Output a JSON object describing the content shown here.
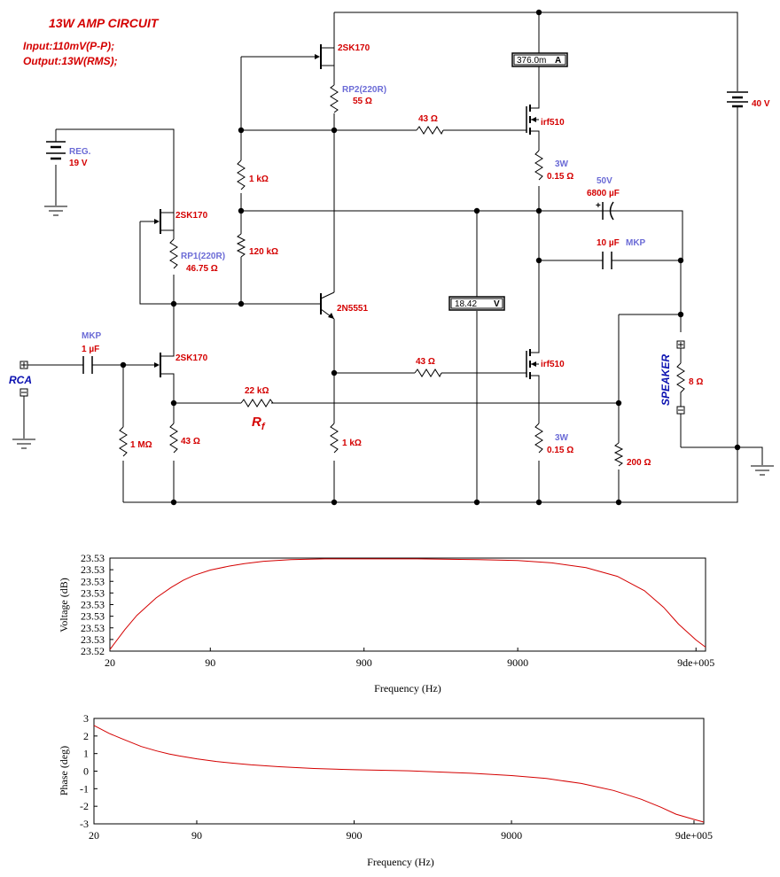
{
  "title": "13W  AMP CIRCUIT",
  "input_note": "Input:110mV(P-P);",
  "output_note": "Output:13W(RMS);",
  "components": {
    "reg_name": "REG.",
    "reg_value": "19 V",
    "supply_value": "40 V",
    "jfet_top": "2SK170",
    "jfet_mid": "2SK170",
    "jfet_in": "2SK170",
    "rp2_name": "RP2(220R)",
    "rp2_value": "55 Ω",
    "rp1_name": "RP1(220R)",
    "rp1_value": "46.75 Ω",
    "r_1k_top": "1 kΩ",
    "r_120k": "120 kΩ",
    "bjt": "2N5551",
    "r_43_gate_top": "43 Ω",
    "r_43_gate_bot": "43 Ω",
    "mos_top": "irf510",
    "mos_bot": "irf510",
    "rs_top_power": "3W",
    "rs_top_value": "0.15 Ω",
    "rs_bot_power": "3W",
    "rs_bot_value": "0.15 Ω",
    "cap_big_voltage": "50V",
    "cap_big_value": "6800 µF",
    "cap_10_value": "10 µF",
    "cap_10_type": "MKP",
    "cap_in_type": "MKP",
    "cap_in_value": "1 µF",
    "rca": "RCA",
    "r_1m": "1 MΩ",
    "r_43_src": "43 Ω",
    "r_22k": "22 kΩ",
    "rf_main": "R",
    "rf_sub": "f",
    "r_1k_bot": "1 kΩ",
    "r_200": "200 Ω",
    "speaker": "SPEAKER",
    "speaker_value": "8 Ω",
    "plus_sign": "+",
    "minus_sign": "−"
  },
  "meters": {
    "ammeter_value": "376.0m",
    "ammeter_unit": "A",
    "voltmeter_value": "18.42",
    "voltmeter_unit": "V"
  },
  "chart_data": [
    {
      "type": "line",
      "title": "",
      "xlabel": "Frequency (Hz)",
      "ylabel": "Voltage (dB)",
      "x_scale": "log",
      "x_ticks": [
        "20",
        "90",
        "900",
        "9000",
        "9de+005"
      ],
      "y_ticks": [
        "23.53",
        "23.53",
        "23.53",
        "23.53",
        "23.53",
        "23.53",
        "23.53",
        "23.53",
        "23.52"
      ],
      "grid": false,
      "series": [
        {
          "color": "#d40000",
          "x": [
            20,
            25,
            30,
            40,
            50,
            60,
            70,
            90,
            120,
            150,
            200,
            300,
            500,
            900,
            2000,
            5000,
            9000,
            15000,
            25000,
            40000,
            60000,
            80000,
            100000,
            130000,
            150000
          ],
          "y": [
            23.5202,
            23.5227,
            23.5245,
            23.5267,
            23.528,
            23.5289,
            23.5295,
            23.5302,
            23.5307,
            23.531,
            23.5313,
            23.5315,
            23.5316,
            23.5316,
            23.5316,
            23.5315,
            23.5314,
            23.5311,
            23.5305,
            23.5294,
            23.5276,
            23.5255,
            23.5234,
            23.5214,
            23.5205
          ]
        }
      ]
    },
    {
      "type": "line",
      "title": "",
      "xlabel": "Frequency (Hz)",
      "ylabel": "Phase (deg)",
      "x_scale": "log",
      "x_ticks": [
        "20",
        "90",
        "900",
        "9000",
        "9de+005"
      ],
      "y_ticks": [
        "3",
        "2",
        "1",
        "0",
        "-1",
        "-2",
        "-3"
      ],
      "ylim": [
        -3,
        3
      ],
      "grid": false,
      "series": [
        {
          "color": "#d40000",
          "x": [
            20,
            25,
            30,
            40,
            50,
            60,
            70,
            90,
            120,
            150,
            200,
            300,
            500,
            900,
            2000,
            5000,
            9000,
            15000,
            25000,
            40000,
            60000,
            80000,
            100000,
            130000,
            150000
          ],
          "y": [
            2.6,
            2.15,
            1.85,
            1.4,
            1.15,
            0.98,
            0.86,
            0.7,
            0.55,
            0.46,
            0.36,
            0.25,
            0.15,
            0.08,
            0.02,
            -0.12,
            -0.25,
            -0.42,
            -0.7,
            -1.1,
            -1.6,
            -2.05,
            -2.45,
            -2.75,
            -2.9
          ]
        }
      ]
    }
  ]
}
